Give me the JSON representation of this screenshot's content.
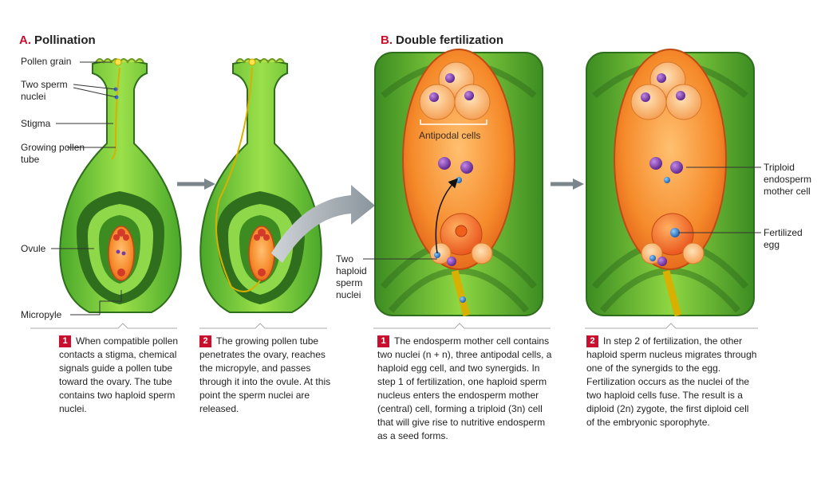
{
  "section_a": {
    "letter": "A.",
    "title": "Pollination"
  },
  "section_b": {
    "letter": "B.",
    "title": "Double fertilization"
  },
  "labels": {
    "pollen_grain": "Pollen grain",
    "two_sperm_nuclei": "Two sperm\nnuclei",
    "stigma": "Stigma",
    "growing_pollen_tube": "Growing pollen\ntube",
    "ovule": "Ovule",
    "micropyle": "Micropyle",
    "antipodal_cells": "Antipodal cells",
    "two_haploid_sperm_nuclei": "Two\nhaploid\nsperm\nnuclei",
    "triploid_endosperm_mother_cell": "Triploid\nendosperm\nmother cell",
    "fertilized_egg": "Fertilized\negg"
  },
  "steps": [
    {
      "num": "1",
      "text": "When compatible pollen contacts a stigma, chemical signals guide a pollen tube toward the ovary. The tube contains two haploid sperm nuclei."
    },
    {
      "num": "2",
      "text": "The growing pollen tube penetrates the ovary, reaches the micropyle, and passes through it into the ovule. At this point the sperm nuclei are released."
    },
    {
      "num": "1",
      "text": "The endosperm mother cell contains two nuclei (n + n), three antipodal cells, a haploid egg cell, and two synergids. In step 1 of fertilization, one haploid sperm nucleus enters the endosperm mother (central) cell, forming a triploid (3n) cell that will give rise to nutritive endosperm as a seed forms."
    },
    {
      "num": "2",
      "text": "In step 2 of fertilization, the other haploid sperm nucleus migrates through one of the synergids to the egg. Fertilization occurs as the nuclei of the two haploid cells fuse. The result is a diploid (2n) zygote, the first diploid cell of the embryonic sporophyte."
    }
  ],
  "colors": {
    "accent_red": "#c8102e",
    "tissue_green": "#6cc23a",
    "dark_green": "#2f6e1c",
    "embryo_orange": "#f58a2a",
    "nucleus_purple": "#7a3aa8",
    "sperm_blue": "#2a78c8"
  }
}
